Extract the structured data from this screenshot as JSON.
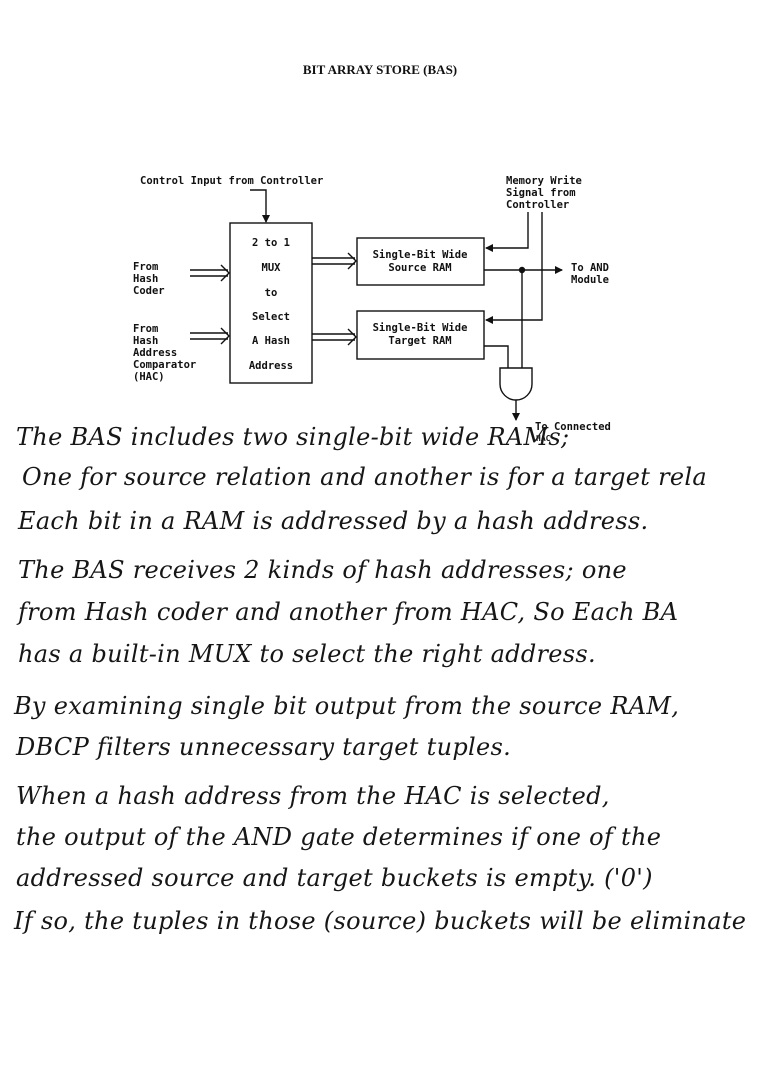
{
  "title": "BIT ARRAY STORE (BAS)",
  "diagram": {
    "control_label": "Control Input from Controller",
    "mem_write_label": [
      "Memory Write",
      "Signal from",
      "Controller"
    ],
    "mux_label": [
      "2 to 1",
      "MUX",
      "to",
      "Select",
      "A Hash",
      "Address"
    ],
    "from_hash_coder": [
      "From",
      "Hash",
      "Coder"
    ],
    "from_hac": [
      "From",
      "Hash",
      "Address",
      "Comparator",
      "(HAC)"
    ],
    "source_ram": [
      "Single-Bit Wide",
      "Source RAM"
    ],
    "target_ram": [
      "Single-Bit Wide",
      "Target RAM"
    ],
    "to_and_module": [
      "To AND",
      "Module"
    ],
    "to_connected": "To Connected",
    "hac_small": "HAC"
  },
  "notes": [
    "The BAS includes two single-bit wide RAMs;",
    "One for source relation and another is for a target rela",
    "Each bit in a RAM is addressed by a hash address.",
    "The BAS receives 2 kinds of hash addresses; one",
    "from Hash coder and another from HAC, So Each BA",
    "has a built-in MUX to select the right address.",
    "By examining single bit output from the source RAM,",
    "DBCP filters unnecessary target tuples.",
    "When a hash address from the HAC is selected,",
    "the output of the AND gate determines if one of the",
    "addressed source and target buckets is empty. ('0')",
    "If so, the tuples in those (source) buckets will be eliminate"
  ]
}
